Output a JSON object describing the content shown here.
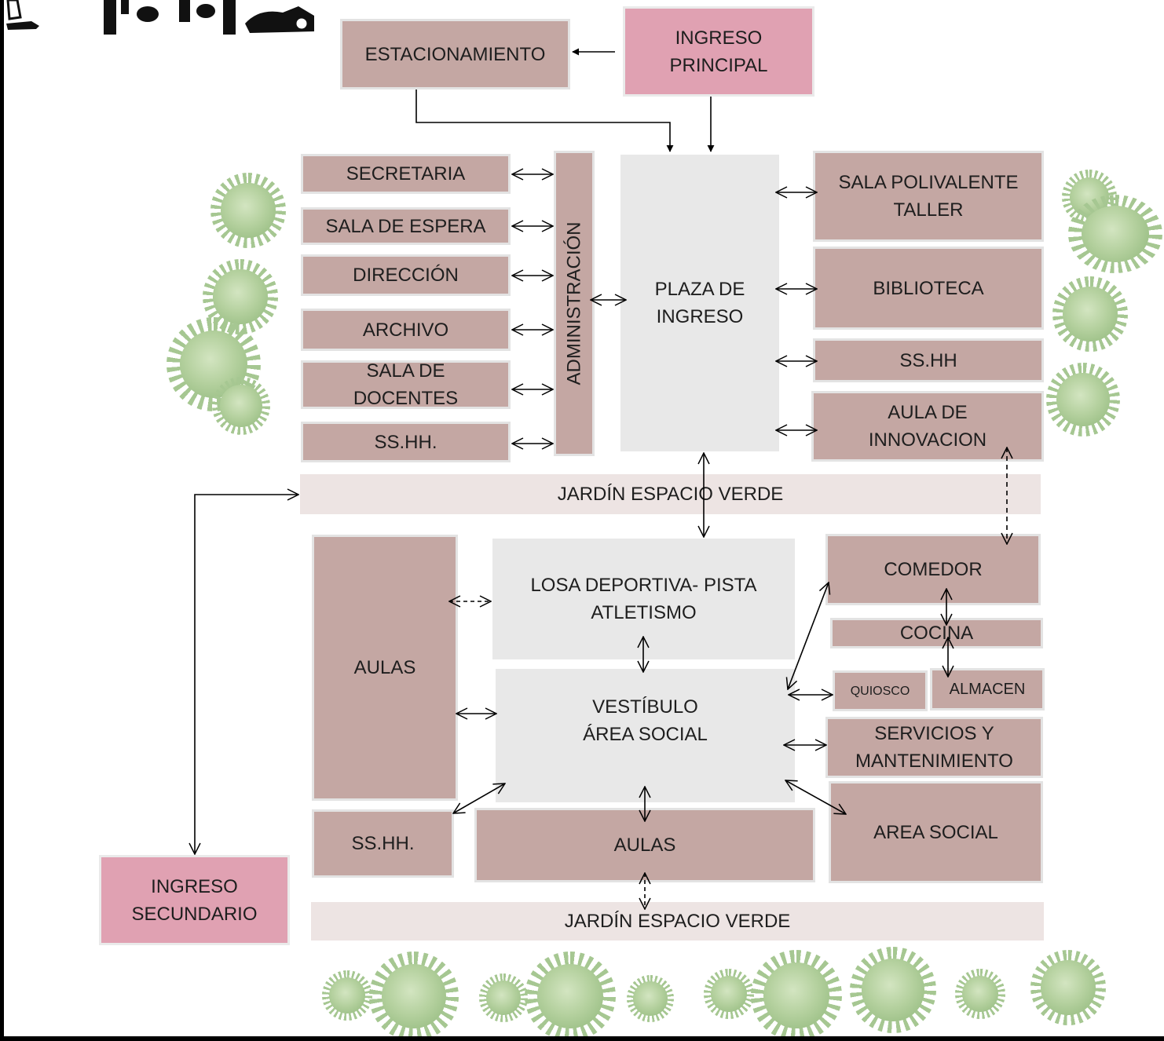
{
  "diagram": {
    "spaces": {
      "estacionamiento": "ESTACIONAMIENTO",
      "ingreso_principal": "INGRESO\nPRINCIPAL",
      "secretaria": "SECRETARIA",
      "sala_espera": "SALA DE ESPERA",
      "direccion": "DIRECCIÓN",
      "archivo": "ARCHIVO",
      "sala_docentes": "SALA DE\nDOCENTES",
      "sshh_admin": "SS.HH.",
      "administracion": "ADMINISTRACIÓN",
      "plaza_ingreso": "PLAZA DE\nINGRESO",
      "sala_polivalente": "SALA POLIVALENTE\nTALLER",
      "biblioteca": "BIBLIOTECA",
      "sshh_right": "SS.HH",
      "aula_innovacion": "AULA DE\nINNOVACION",
      "jardin_1": "JARDÍN ESPACIO VERDE",
      "aulas_left": "AULAS",
      "losa_deportiva": "LOSA DEPORTIVA- PISTA\nATLETISMO",
      "comedor": "COMEDOR",
      "cocina": "COCINA",
      "quiosco": "QUIOSCO",
      "almacen": "ALMACEN",
      "vestibulo": "VESTÍBULO\nÁREA SOCIAL",
      "servicios": "SERVICIOS Y\nMANTENIMIENTO",
      "sshh_bottom": "SS.HH.",
      "aulas_bottom": "AULAS",
      "area_social": "AREA SOCIAL",
      "ingreso_secundario": "INGRESO\nSECUNDARIO",
      "jardin_2": "JARDÍN ESPACIO VERDE"
    },
    "colors": {
      "room": "#c4a7a3",
      "entrance": "#e0a1b2",
      "open_area": "#e8e8e8",
      "garden": "#ede4e3",
      "vegetation": "#b5d19f",
      "line": "#000000"
    }
  }
}
